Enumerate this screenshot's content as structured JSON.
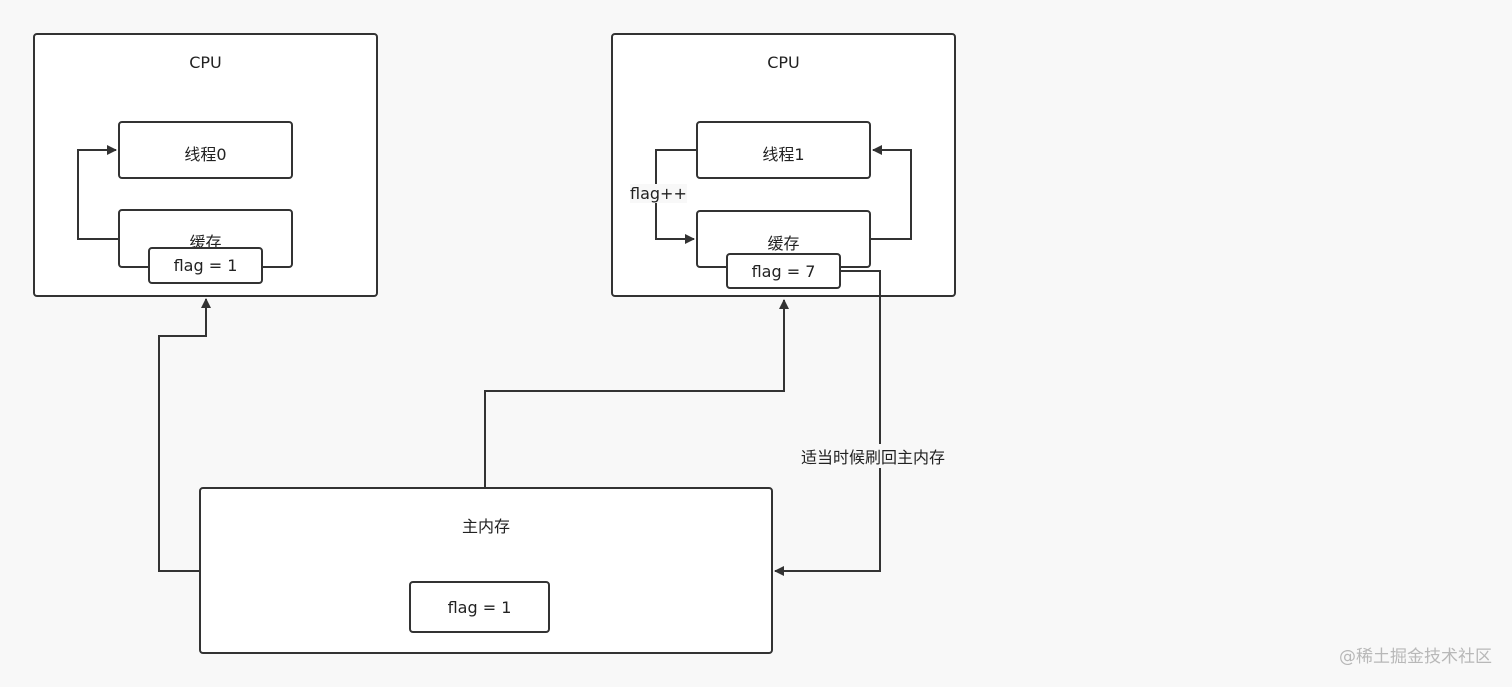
{
  "cpu_left": {
    "title": "CPU",
    "thread_label": "线程0",
    "cache_label": "缓存",
    "cache_value": "flag = 1"
  },
  "cpu_right": {
    "title": "CPU",
    "thread_label": "线程1",
    "cache_label": "缓存",
    "cache_value": "flag = 7",
    "increment_label": "flag++"
  },
  "main_memory": {
    "title": "主内存",
    "value": "flag = 1"
  },
  "writeback_label": "适当时候刷回主内存",
  "watermark": "@稀土掘金技术社区",
  "colors": {
    "stroke": "#333333",
    "background": "#f8f8f8",
    "box_fill": "#ffffff",
    "watermark": "#b8b8b8"
  }
}
